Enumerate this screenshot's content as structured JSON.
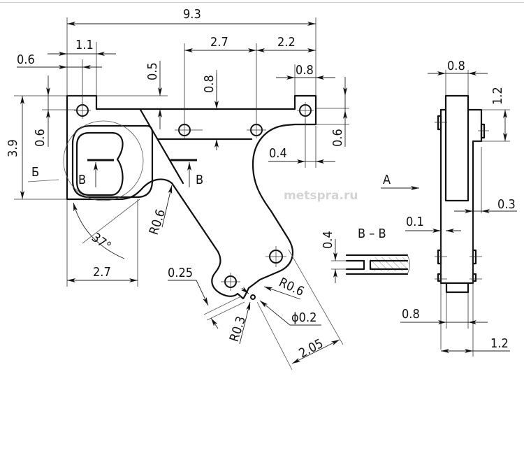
{
  "watermark": "metspra.ru",
  "dimensions": {
    "overall_width": "9.3",
    "hole_spacing_mid": "2.7",
    "hole_spacing_right": "2.2",
    "left_hole_offset": "0.6",
    "left_tab_width": "1.1",
    "top_step": "0.5",
    "rail_height": "0.8",
    "right_tab_width": "0.8",
    "right_hole_offset_v": "0.6",
    "right_hole_offset_h": "0.4",
    "left_hole_offset_v": "0.6",
    "overall_height": "3.9",
    "bottom_width": "2.7",
    "angle": "37°",
    "fillet_radius_1": "R0.6",
    "groove_width": "0.25",
    "fillet_radius_2": "R0.6",
    "hole_diameter": "ϕ0.2",
    "fillet_radius_3": "R0.3",
    "tip_length": "2.05",
    "section_thickness": "0.4",
    "side_top_width": "0.8",
    "side_top_height": "1.2",
    "side_step": "0.3",
    "side_offset": "0.1",
    "side_bottom_width": "0.8",
    "side_total_width": "1.2"
  },
  "labels": {
    "detail_label": "Б",
    "section_mark_left": "В",
    "section_mark_right": "В",
    "section_title": "В – В",
    "view_label": "А"
  }
}
